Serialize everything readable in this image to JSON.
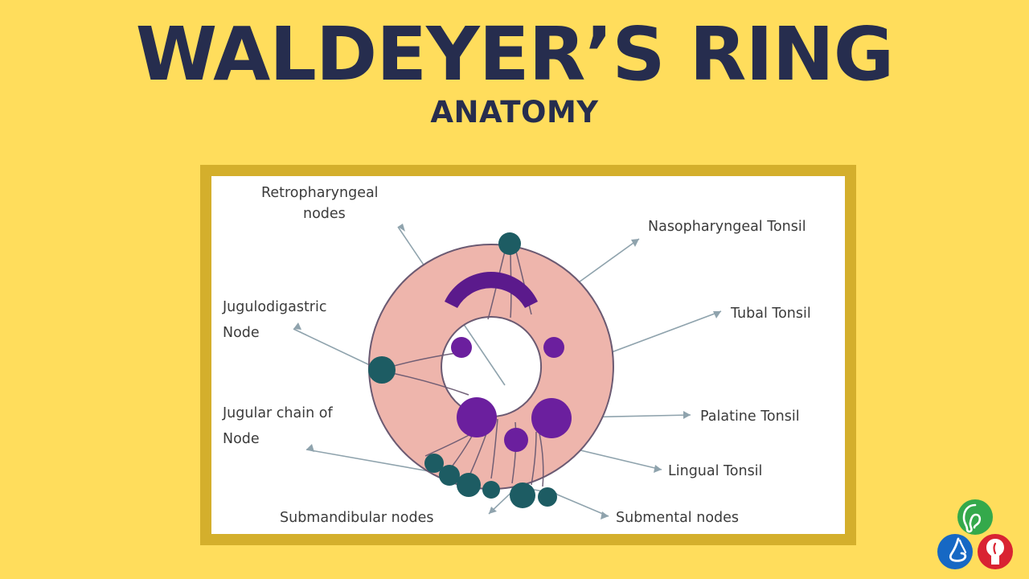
{
  "slide": {
    "title": "WALDEYER’S RING",
    "subtitle": "ANATOMY",
    "background_color": "#ffdd5c",
    "title_color": "#262d4e",
    "frame_color": "#d4af2c",
    "panel_color": "#ffffff"
  },
  "diagram": {
    "name": "waldeyers-ring-diagram",
    "ring_color": "#eeb5ac",
    "ring_outline_color": "#6b5a72",
    "tonsil_color": "#6b1f9e",
    "nasopharyngeal_band_color": "#5b1a8c",
    "lymph_node_color": "#1d5c63",
    "leader_line_color": "#8fa3ad",
    "labels": [
      {
        "id": "retropharyngeal-nodes",
        "text_lines": [
          "Retropharyngeal",
          "nodes"
        ],
        "side": "left"
      },
      {
        "id": "jugulodigastric-node",
        "text_lines": [
          "Jugulodigastric",
          "Node"
        ],
        "side": "left"
      },
      {
        "id": "jugular-chain-of-node",
        "text_lines": [
          "Jugular chain of",
          "Node"
        ],
        "side": "left"
      },
      {
        "id": "submandibular-nodes",
        "text_lines": [
          "Submandibular nodes"
        ],
        "side": "bottom"
      },
      {
        "id": "nasopharyngeal-tonsil",
        "text_lines": [
          "Nasopharyngeal Tonsil"
        ],
        "side": "right"
      },
      {
        "id": "tubal-tonsil",
        "text_lines": [
          "Tubal Tonsil"
        ],
        "side": "right"
      },
      {
        "id": "palatine-tonsil",
        "text_lines": [
          "Palatine Tonsil"
        ],
        "side": "right"
      },
      {
        "id": "lingual-tonsil",
        "text_lines": [
          "Lingual Tonsil"
        ],
        "side": "right"
      },
      {
        "id": "submental-nodes",
        "text_lines": [
          "Submental nodes"
        ],
        "side": "bottom"
      }
    ]
  },
  "logo": {
    "name": "ent-logo",
    "parts": [
      {
        "id": "ear-icon",
        "color": "#34a94b"
      },
      {
        "id": "nose-icon",
        "color": "#1668c4"
      },
      {
        "id": "throat-icon",
        "color": "#d92332"
      }
    ]
  }
}
